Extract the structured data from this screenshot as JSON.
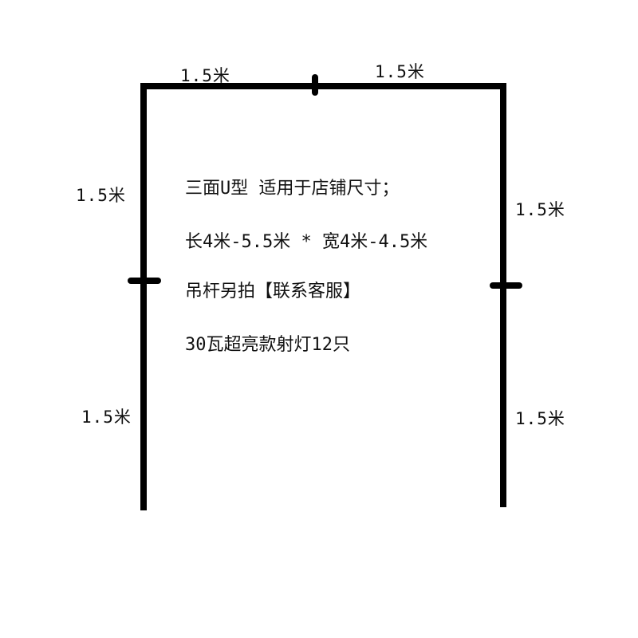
{
  "dimension_labels": {
    "top_left": "1.5米",
    "top_right": "1.5米",
    "left_upper": "1.5米",
    "left_lower": "1.5米",
    "right_upper": "1.5米",
    "right_lower": "1.5米"
  },
  "info_lines": [
    "三面U型 适用于店铺尺寸；",
    "长4米-5.5米 * 宽4米-4.5米",
    "吊杆另拍【联系客服】",
    "30瓦超亮款射灯12只"
  ]
}
